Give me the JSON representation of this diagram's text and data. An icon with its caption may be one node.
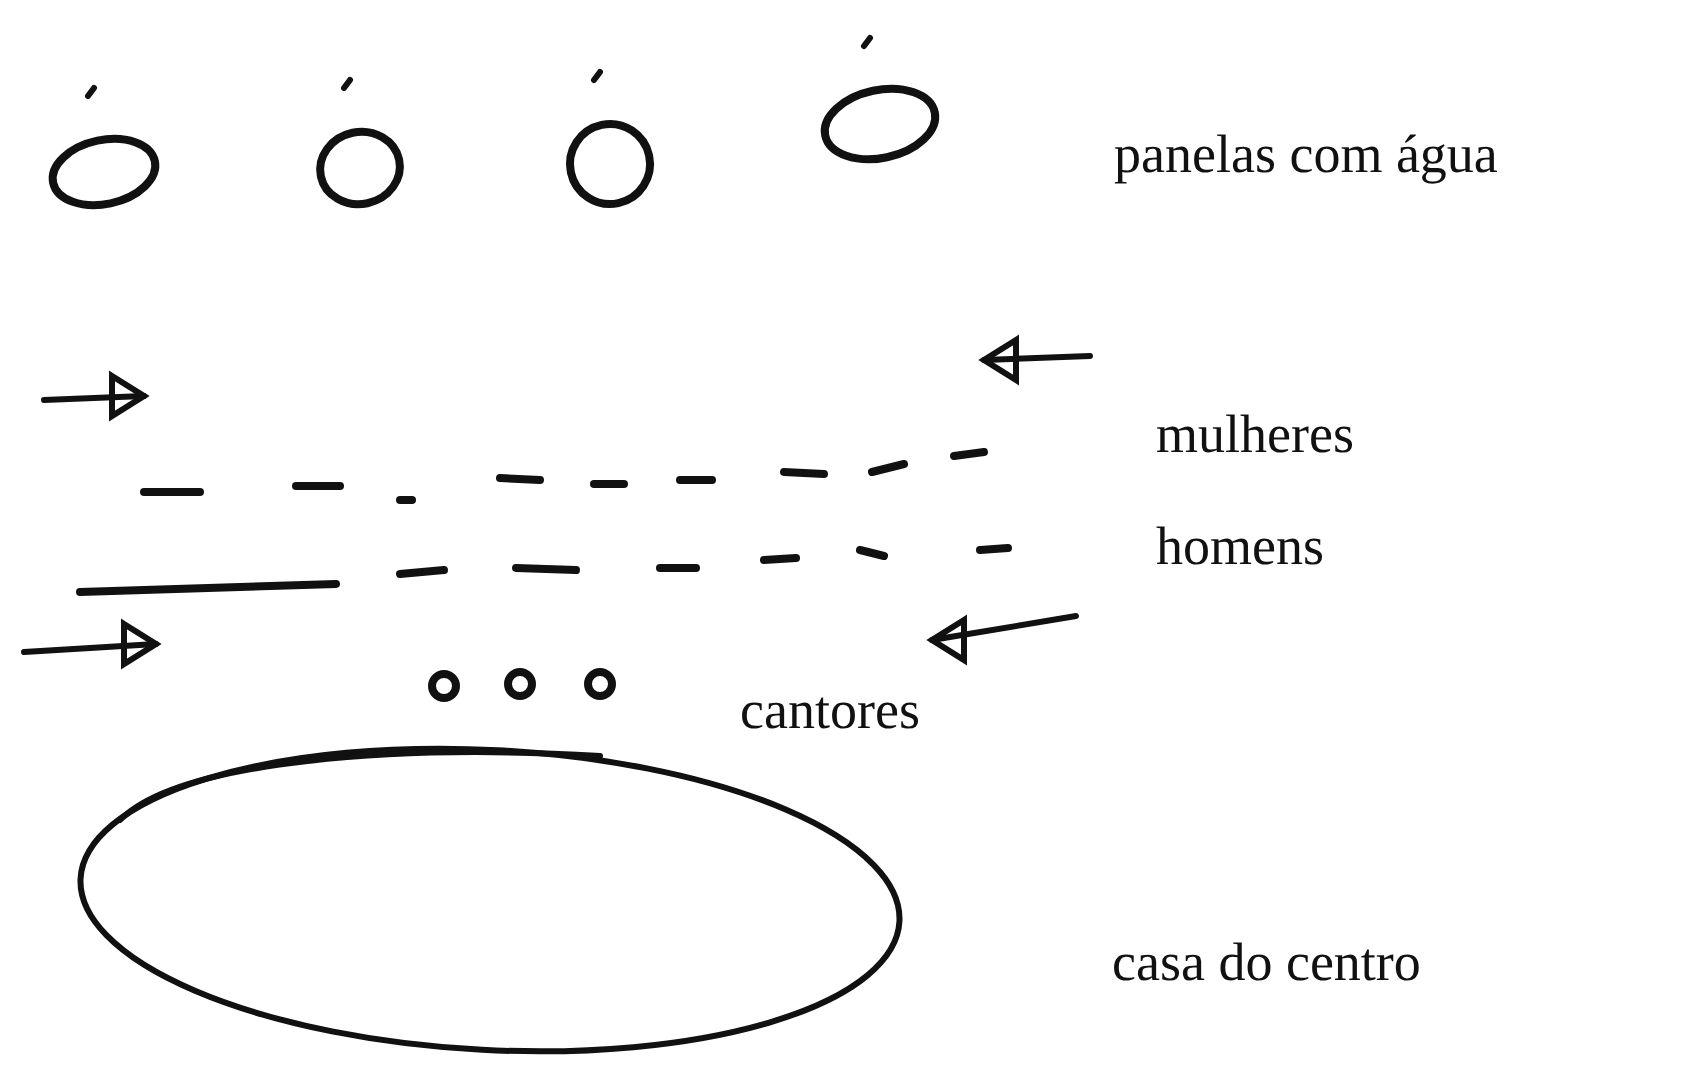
{
  "diagram": {
    "labels": [
      "panelas com água",
      "mulheres",
      "homens",
      "cantores",
      "casa do centro"
    ]
  }
}
